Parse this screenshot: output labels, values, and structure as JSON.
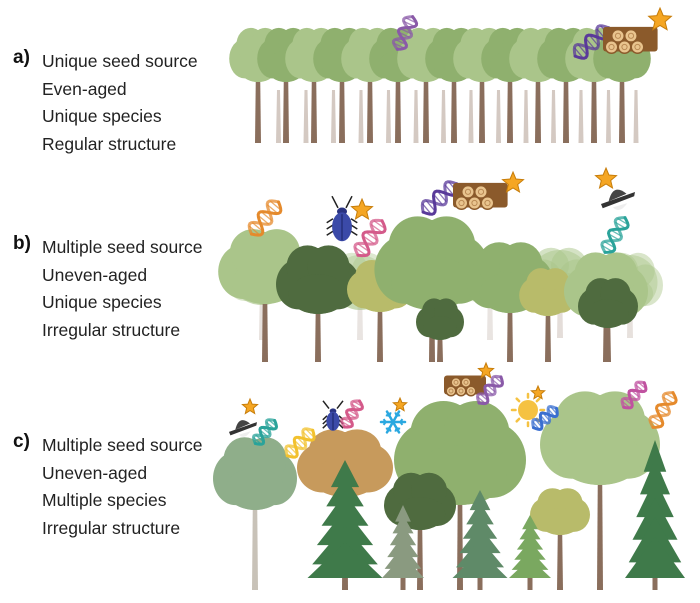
{
  "panels": [
    {
      "letter": "a)",
      "lines": [
        "Unique seed source",
        "Even-aged",
        "Unique species",
        "Regular structure"
      ]
    },
    {
      "letter": "b)",
      "lines": [
        "Multiple seed source",
        "Uneven-aged",
        "Unique species",
        "Irregular structure"
      ]
    },
    {
      "letter": "c)",
      "lines": [
        "Multiple seed source",
        "Uneven-aged",
        "Multiple species",
        "Irregular structure"
      ]
    }
  ],
  "colors": {
    "trunk": "#8a6e5c",
    "trunk_light": "#c9bcb3",
    "canopy_light": "#aac58a",
    "canopy_mid": "#8fb06e",
    "canopy_dark": "#4f6b3f",
    "canopy_olive": "#b8bb6a",
    "canopy_brown": "#c79a5c",
    "conifer": "#3f7a4a",
    "conifer_light": "#7aa860",
    "dna_purple": "#8a5aa8",
    "dna_orange": "#e58a2c",
    "dna_pink": "#d45a8a",
    "dna_teal": "#2aa39a",
    "dna_yellow": "#f2c12e",
    "dna_blue": "#3a6fd0",
    "star": "#f5a623",
    "log": "#8b5a2b",
    "beetle": "#3b4aa8",
    "snowflake": "#2aa8e0",
    "sun": "#f5c242"
  },
  "icons": [
    "dna-icon",
    "logs-icon",
    "star-icon",
    "beetle-icon",
    "hat-icon",
    "snowflake-icon",
    "sun-icon"
  ]
}
